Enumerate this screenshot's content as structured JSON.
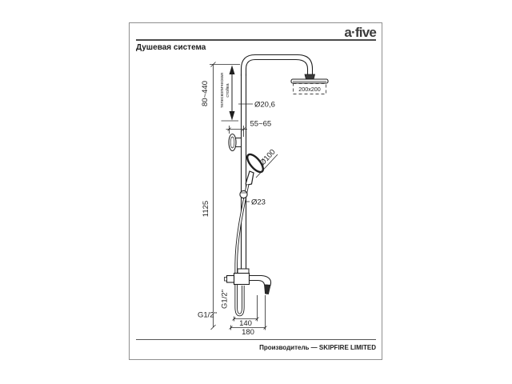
{
  "brand": {
    "logo": "a·five"
  },
  "header": {
    "title": "Душевая система"
  },
  "footer": {
    "text": "Производитель — SKIPFIRE LIMITED"
  },
  "diagram": {
    "labels": {
      "head_size": "200x200",
      "arm_diameter": "Ø20,6",
      "wall_distance": "55~65",
      "telescopic_line1": "телескопическая",
      "telescopic_line2": "стойка",
      "telescopic_range": "80~440",
      "column_height": "1125",
      "handshower_diameter": "Ø100",
      "slider_diameter": "Ø23",
      "hose_thread": "G1/2\"",
      "inlet_thread": "G1/2\"",
      "spout_reach": "140",
      "overall_reach": "180"
    },
    "colors": {
      "line": "#1f1f1f",
      "accent": "#3b3b3b"
    }
  }
}
